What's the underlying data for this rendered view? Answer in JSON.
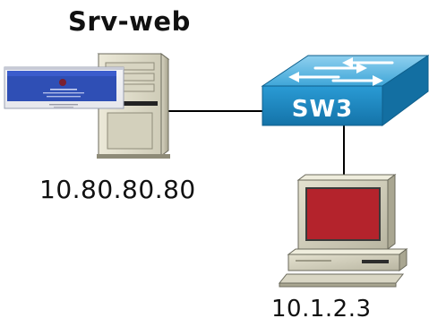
{
  "diagram": {
    "server": {
      "name": "Srv-web",
      "ip": "10.80.80.80",
      "icon": "tower-server-icon"
    },
    "switch": {
      "name": "SW3",
      "icon": "network-switch-icon",
      "color": "#1c8ec8"
    },
    "pc": {
      "ip": "10.1.2.3",
      "icon": "desktop-computer-icon",
      "screen_color": "#b4232c"
    },
    "webpage_thumbnail": {
      "icon": "webpage-screenshot-icon",
      "banner_color": "#2f4fb5"
    },
    "links": [
      {
        "from": "Srv-web",
        "to": "SW3"
      },
      {
        "from": "SW3",
        "to": "10.1.2.3"
      }
    ]
  }
}
